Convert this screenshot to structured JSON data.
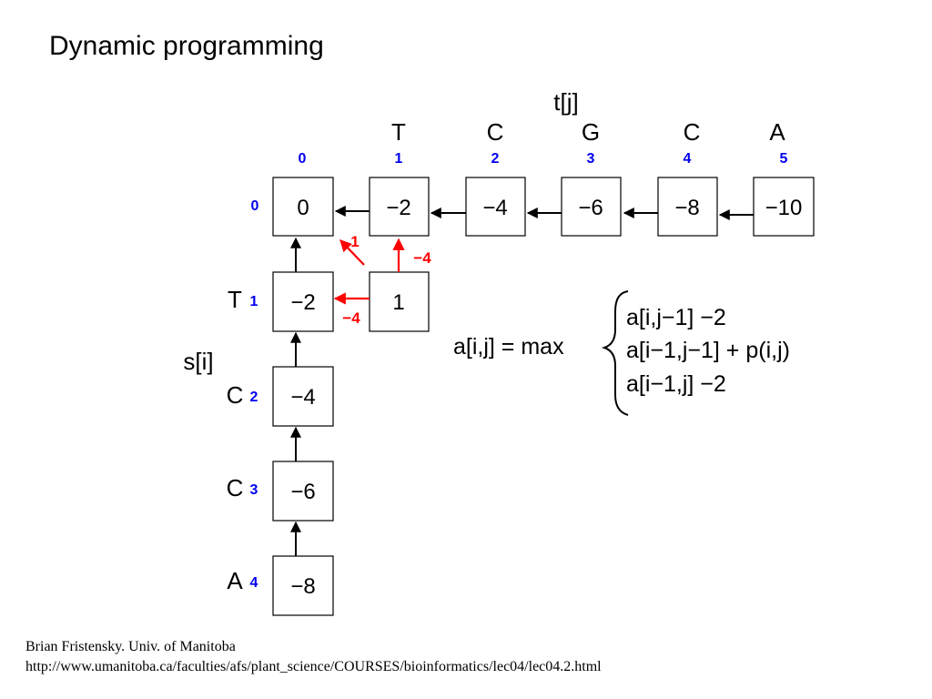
{
  "slide": {
    "title": "Dynamic programming"
  },
  "diagram": {
    "col_axis_label": "t[j]",
    "row_axis_label": "s[i]",
    "columns": [
      {
        "letter": "",
        "index": "0"
      },
      {
        "letter": "T",
        "index": "1"
      },
      {
        "letter": "C",
        "index": "2"
      },
      {
        "letter": "G",
        "index": "3"
      },
      {
        "letter": "C",
        "index": "4"
      },
      {
        "letter": "A",
        "index": "5"
      }
    ],
    "rows": [
      {
        "letter": "",
        "index": "0"
      },
      {
        "letter": "T",
        "index": "1"
      },
      {
        "letter": "C",
        "index": "2"
      },
      {
        "letter": "C",
        "index": "3"
      },
      {
        "letter": "A",
        "index": "4"
      }
    ],
    "row0_values": [
      "0",
      "−2",
      "−4",
      "−6",
      "−8",
      "−10"
    ],
    "col0_values": [
      "−2",
      "−4",
      "−6",
      "−8"
    ],
    "cell_1_1": "1",
    "diag_score": "1",
    "up_score": "−4",
    "left_score": "−4",
    "colors": {
      "index": "#0000ee",
      "highlight": "#ff0000",
      "line": "#000000"
    }
  },
  "formula": {
    "lhs": "a[i,j] = max",
    "terms": [
      "a[i,j−1] −2",
      "a[i−1,j−1] + p(i,j)",
      "a[i−1,j] −2"
    ]
  },
  "footer": {
    "line1": "Brian Fristensky.  Univ. of Manitoba",
    "line2": "http://www.umanitoba.ca/faculties/afs/plant_science/COURSES/bioinformatics/lec04/lec04.2.html"
  }
}
